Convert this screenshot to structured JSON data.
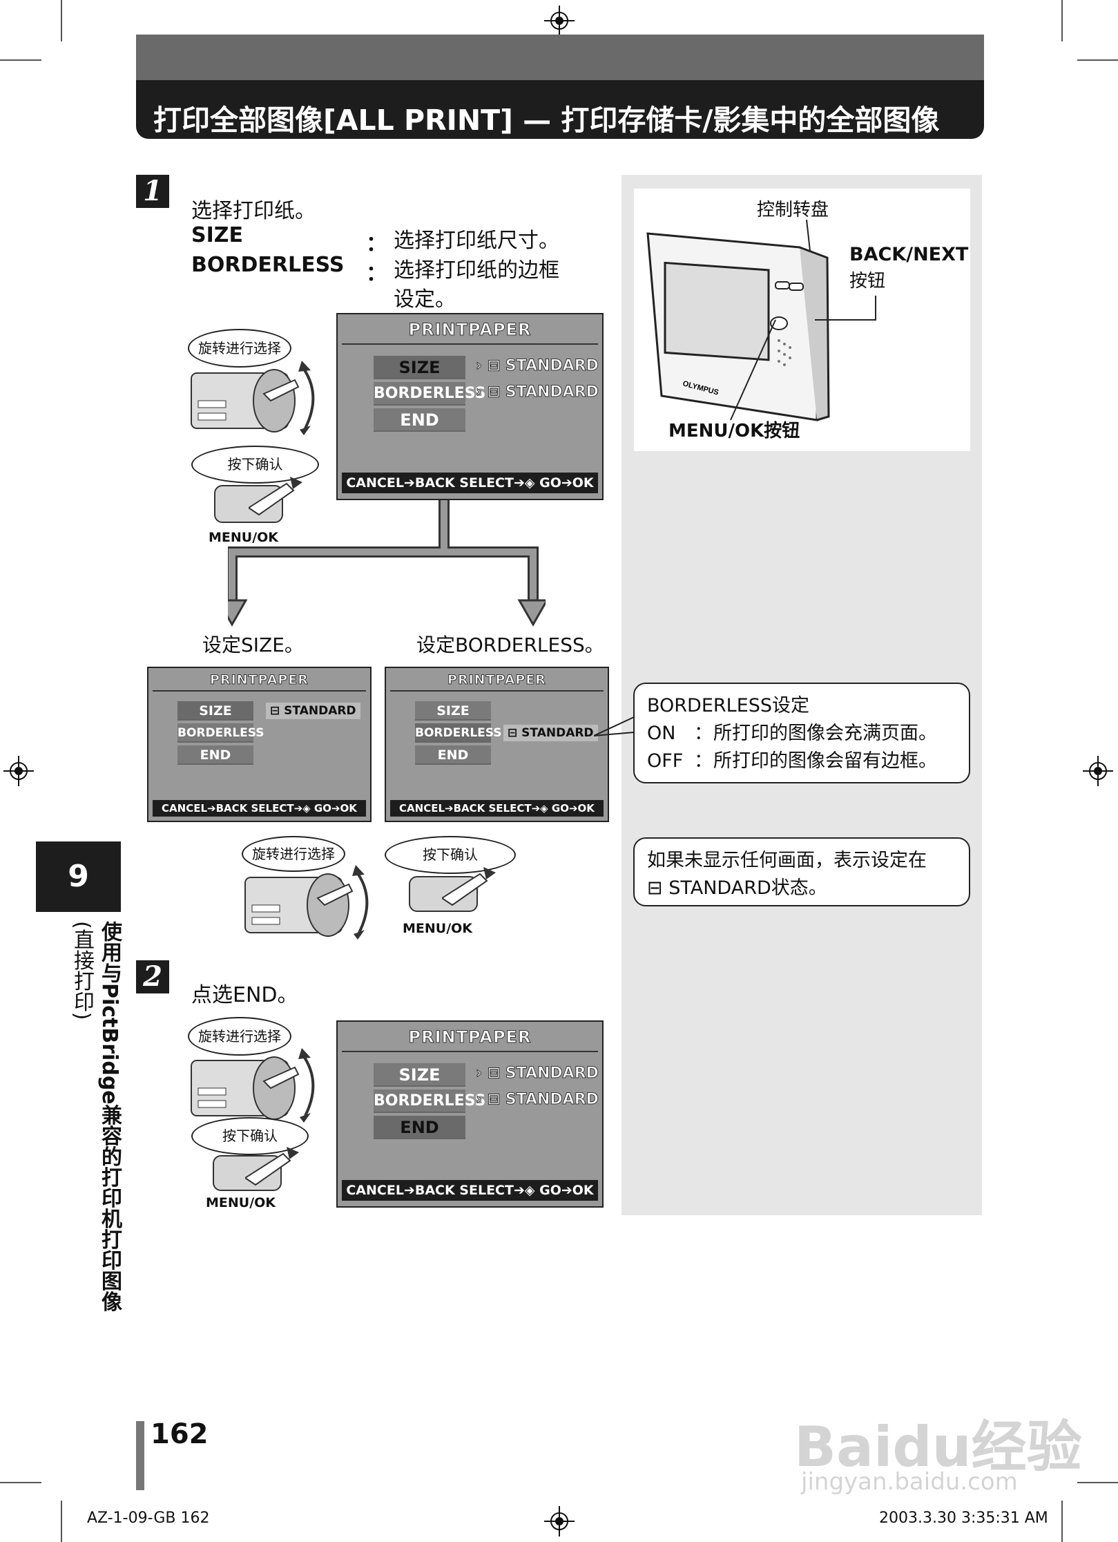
{
  "title": "打印全部图像[ALL PRINT] — 打印存储卡/影集中的全部图像",
  "step1": {
    "number": "1",
    "heading": "选择打印纸。",
    "rows": [
      {
        "key": "SIZE",
        "sep": "：",
        "desc": "选择打印纸尺寸。"
      },
      {
        "key": "BORDERLESS",
        "sep": "：",
        "desc": "选择打印纸的边框",
        "desc2": "设定。"
      }
    ],
    "rotate_label": "旋转进行选择",
    "press_label": "按下确认",
    "menu_ok": "MENU/OK",
    "branch_left": "设定SIZE。",
    "branch_right": "设定BORDERLESS。"
  },
  "step2": {
    "number": "2",
    "heading": "点选END。",
    "rotate_label": "旋转进行选择",
    "press_label": "按下确认",
    "menu_ok": "MENU/OK"
  },
  "lcd": {
    "header": "PRINTPAPER",
    "item_size": "SIZE",
    "item_borderless": "BORDERLESS",
    "item_end": "END",
    "value": "STANDARD",
    "footer": "CANCEL➔BACK  SELECT➔◈  GO➔OK"
  },
  "camera": {
    "dial_label": "控制转盘",
    "back_next": "BACK/NEXT",
    "button_word": "按钮",
    "menu_ok_label": "MENU/OK按钮",
    "brand": "OLYMPUS"
  },
  "callout_borderless": {
    "title": "BORDERLESS设定",
    "on_key": "ON",
    "on_desc": "所打印的图像会充满页面。",
    "off_key": "OFF",
    "off_desc": "所打印的图像会留有边框。",
    "sep": "："
  },
  "callout_standard": {
    "line1": "如果未显示任何画面，表示设定在",
    "line2": "STANDARD状态。"
  },
  "side": {
    "chapter": "9",
    "vertical_title": "使用与PictBridge兼容的打印机打印图像",
    "vertical_sub": "(直接打印)"
  },
  "page_number": "162",
  "footer_left": "AZ-1-09-GB   162",
  "footer_right": "2003.3.30   3:35:31 AM",
  "watermark": {
    "line1": "Baidu经验",
    "line2": "jingyan.baidu.com"
  }
}
